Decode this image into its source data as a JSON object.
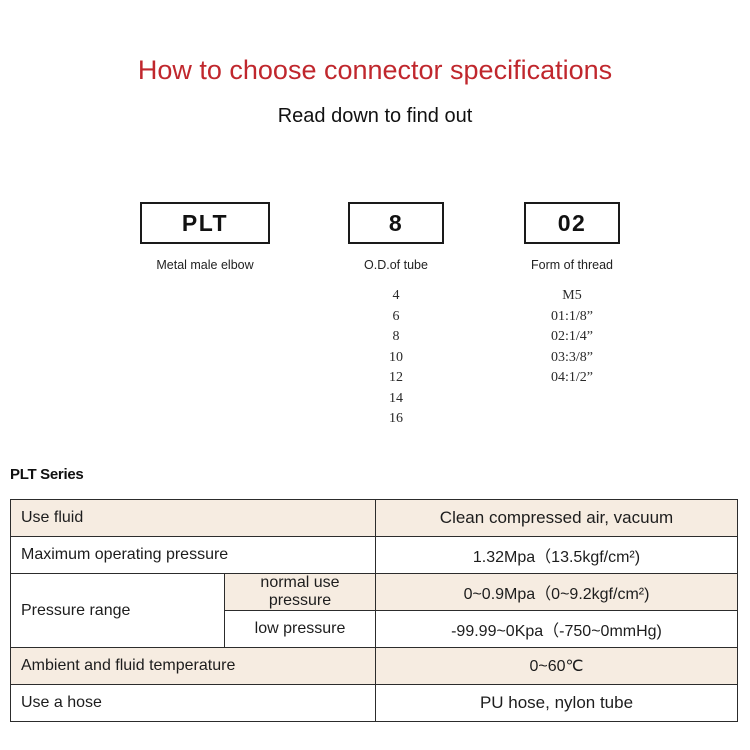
{
  "header": {
    "title": "How to choose connector specifications",
    "subtitle": "Read down to find out",
    "title_color": "#c0272d"
  },
  "code_breakdown": {
    "groups": [
      {
        "name": "series-code",
        "code": "PLT",
        "caption": "Metal male elbow",
        "options": []
      },
      {
        "name": "tube-od-code",
        "code": "8",
        "caption": "O.D.of tube",
        "options": [
          "4",
          "6",
          "8",
          "10",
          "12",
          "14",
          "16"
        ]
      },
      {
        "name": "thread-form-code",
        "code": "02",
        "caption": "Form of thread",
        "options": [
          "M5",
          "01:1/8”",
          "02:1/4”",
          "03:3/8”",
          "04:1/2”"
        ]
      }
    ]
  },
  "spec_section": {
    "heading": "PLT Series",
    "shade_color": "#f6ece1",
    "rows": [
      {
        "label": "Use fluid",
        "sublabel": null,
        "value": "Clean compressed air, vacuum",
        "shaded": true
      },
      {
        "label": "Maximum operating pressure",
        "sublabel": null,
        "value": "1.32Mpa（13.5kgf/cm²)",
        "shaded": false
      },
      {
        "label": "Pressure range",
        "sublabel": "normal use pressure",
        "value": "0~0.9Mpa（0~9.2kgf/cm²)",
        "shaded": true
      },
      {
        "label": "",
        "sublabel": "low pressure",
        "value": "-99.99~0Kpa（-750~0mmHg)",
        "shaded": false
      },
      {
        "label": "Ambient and fluid temperature",
        "sublabel": null,
        "value": "0~60℃",
        "shaded": true
      },
      {
        "label": "Use a hose",
        "sublabel": null,
        "value": "PU hose, nylon tube",
        "shaded": false
      }
    ]
  }
}
